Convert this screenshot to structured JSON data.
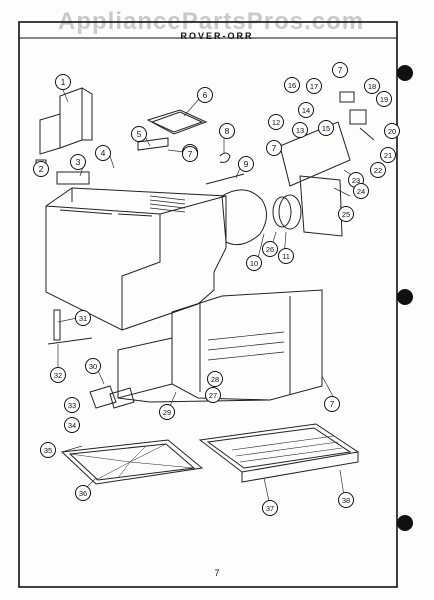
{
  "watermark": "AppliancePartsPros.com",
  "header_title": "ROVER-ORR",
  "page_number": "7",
  "callouts": [
    "1",
    "2",
    "3",
    "4",
    "5",
    "6",
    "7",
    "8",
    "9",
    "10",
    "11",
    "12",
    "13",
    "14",
    "15",
    "16",
    "17",
    "7",
    "18",
    "19",
    "20",
    "21",
    "22",
    "23",
    "24",
    "25",
    "26",
    "27",
    "28",
    "29",
    "30",
    "31",
    "32",
    "33",
    "34",
    "35",
    "36",
    "37",
    "38",
    "7",
    "7",
    "7"
  ]
}
